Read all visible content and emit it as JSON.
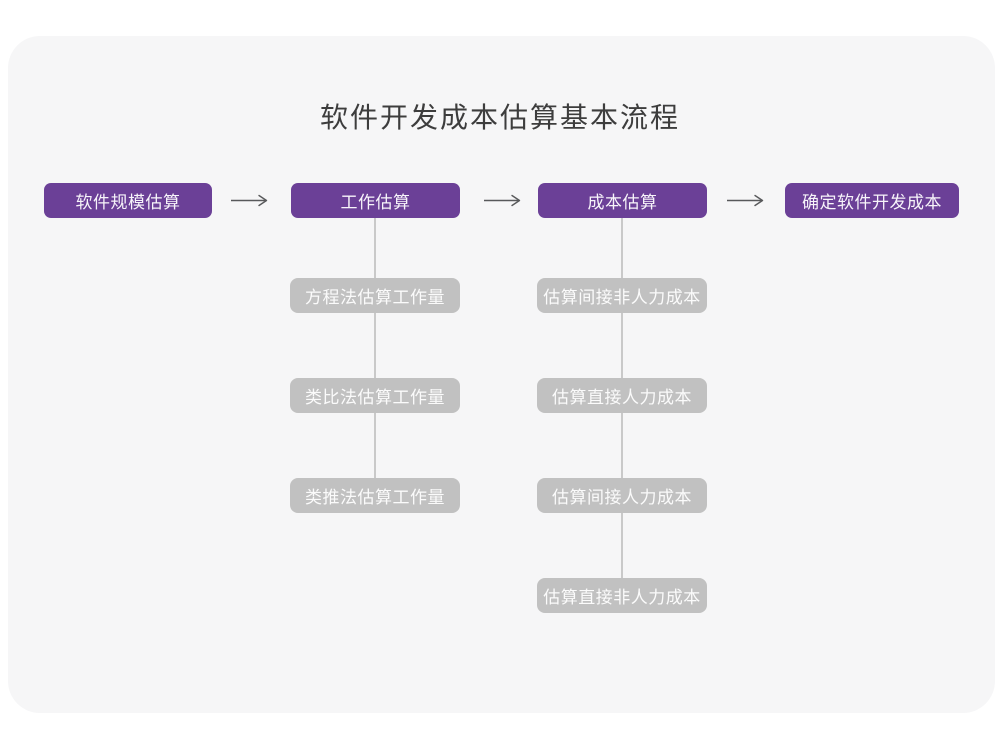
{
  "title": "软件开发成本估算基本流程",
  "colors": {
    "card_background": "#f6f6f7",
    "primary_node": "#6b4097",
    "secondary_node": "#c1c1c1",
    "node_text": "#fbfbfb",
    "title_text": "#3d3d3d",
    "arrow": "#58595b",
    "connector": "#c9c9c9"
  },
  "flow": {
    "main_nodes": [
      {
        "label": "软件规模估算"
      },
      {
        "label": "工作估算"
      },
      {
        "label": "成本估算"
      },
      {
        "label": "确定软件开发成本"
      }
    ],
    "work_estimation_methods": [
      {
        "label": "方程法估算工作量"
      },
      {
        "label": "类比法估算工作量"
      },
      {
        "label": "类推法估算工作量"
      }
    ],
    "cost_estimation_steps": [
      {
        "label": "估算间接非人力成本"
      },
      {
        "label": "估算直接人力成本"
      },
      {
        "label": "估算间接人力成本"
      },
      {
        "label": "估算直接非人力成本"
      }
    ]
  }
}
